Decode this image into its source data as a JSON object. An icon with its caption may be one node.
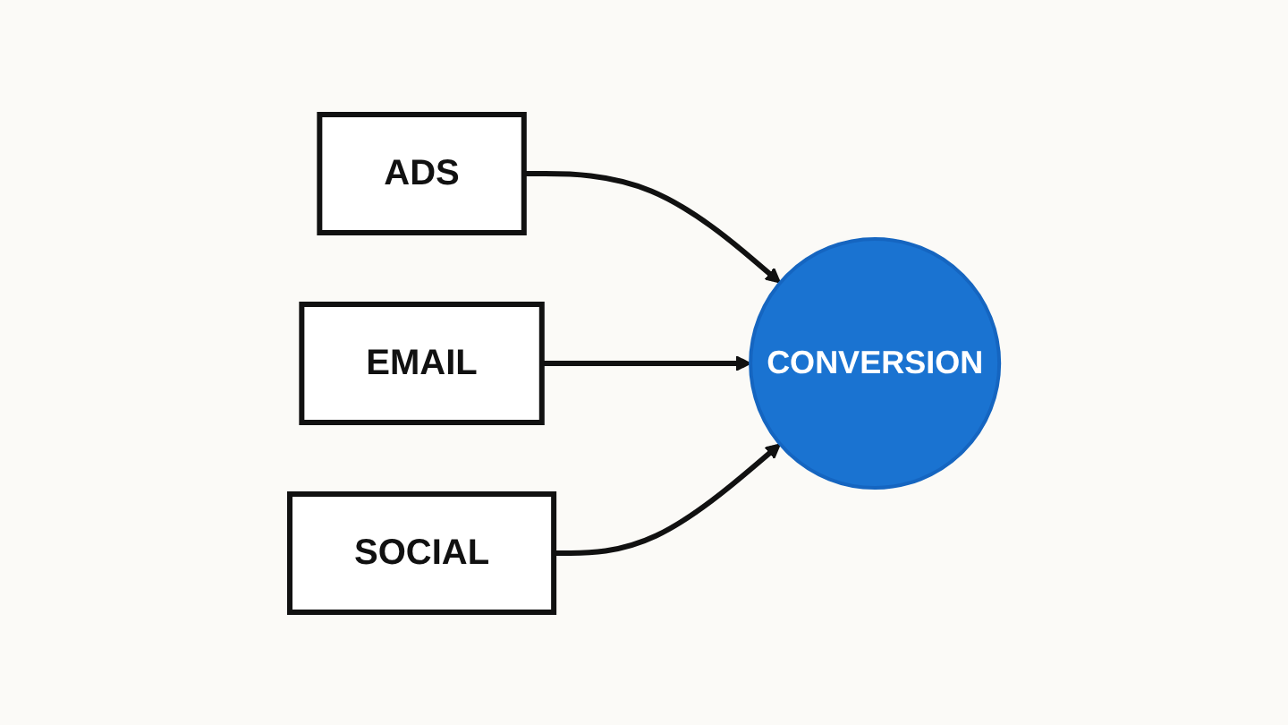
{
  "diagram": {
    "nodes": [
      {
        "text": [
          "ADS"
        ]
      },
      {
        "text": [
          "EMAIL"
        ]
      },
      {
        "text": [
          "SOCIAL"
        ]
      },
      {
        "text": [
          "CONVERSION"
        ]
      }
    ],
    "edges": [
      {
        "from": 0,
        "to": 3,
        "arrow": "to"
      },
      {
        "from": 1,
        "to": 3,
        "arrow": "to"
      },
      {
        "from": 2,
        "to": 3,
        "arrow": "to"
      }
    ]
  }
}
